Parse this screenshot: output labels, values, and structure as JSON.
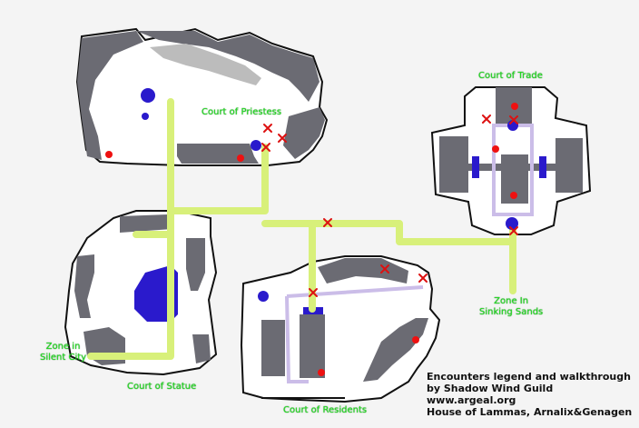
{
  "labels": {
    "court_priestess": "Court of Priestess",
    "court_trade": "Court of Trade",
    "zone_sinking": [
      "Zone In",
      "Sinking Sands"
    ],
    "zone_silent": [
      "Zone in",
      "Silent City"
    ],
    "court_statue": "Court of Statue",
    "court_residents": "Court of Residents"
  },
  "credits": [
    "Encounters legend and walkthrough",
    "by Shadow Wind Guild",
    "www.argeal.org",
    "House of Lammas, Arnalix&Genagen"
  ],
  "colors": {
    "background": "#f4f4f4",
    "outline": "#111111",
    "floor": "#ffffff",
    "building": "#6b6b73",
    "rubble": "#bcbcbc",
    "walkthrough_path": "#d8f07a",
    "alt_path": "#cbbde8",
    "portal": "#2a1acc",
    "encounter_dot": "#ee1111",
    "cross_mark": "#dd1111",
    "label_text": "#22dd22"
  },
  "legend_marks": [
    "red-dot-encounter",
    "red-cross-encounter",
    "blue-circle-portal"
  ]
}
